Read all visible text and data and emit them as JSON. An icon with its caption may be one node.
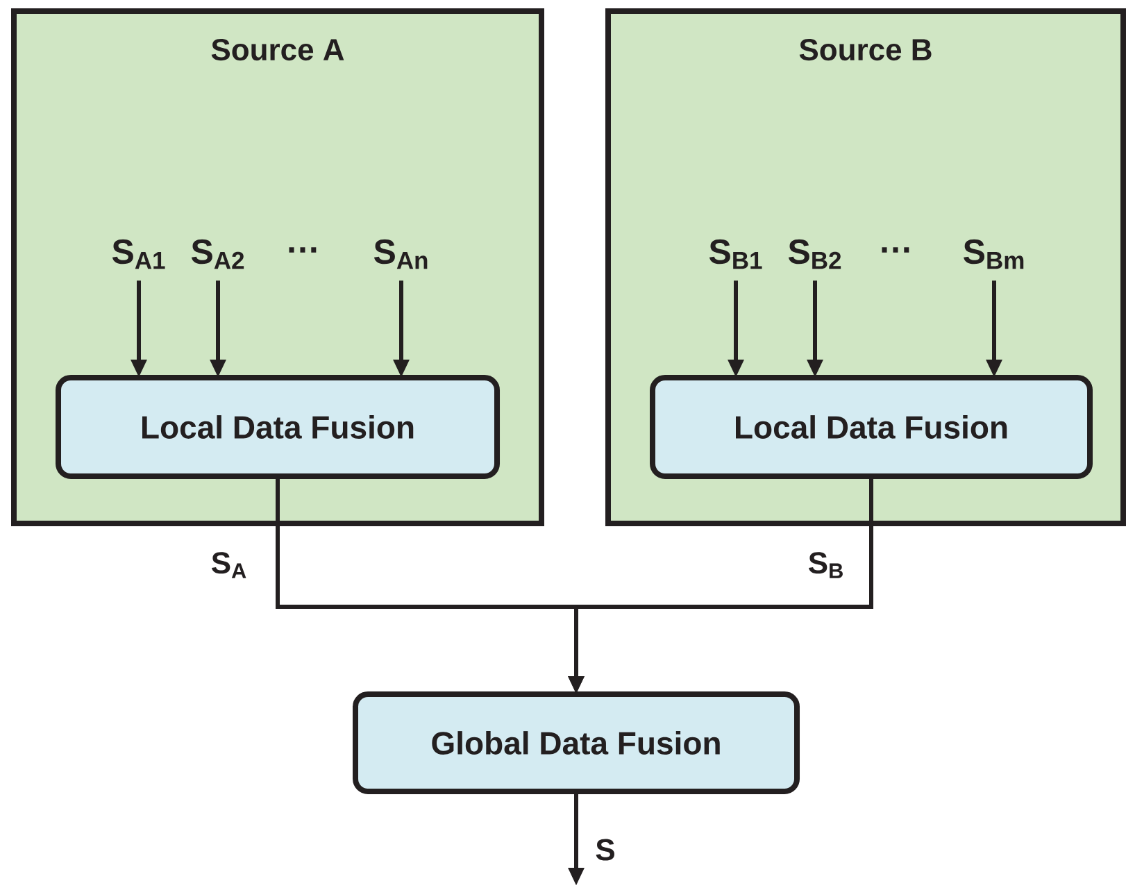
{
  "diagram": {
    "nodes": [
      {
        "text": [
          "Source A"
        ]
      },
      {
        "text": [
          "S$_{A1}$"
        ],
        "in": 0
      },
      {
        "text": [
          "S$_{A2}$"
        ],
        "in": 0
      },
      {
        "text": [
          "S$_{An}$"
        ],
        "in": 0
      },
      {
        "text": [
          "Local Data Fusion"
        ],
        "in": 0
      },
      {
        "text": [
          "Source B"
        ]
      },
      {
        "text": [
          "S$_{B1}$"
        ],
        "in": 5
      },
      {
        "text": [
          "S$_{B2}$"
        ],
        "in": 5
      },
      {
        "text": [
          "S$_{Bm}$"
        ],
        "in": 5
      },
      {
        "text": [
          "Local Data Fusion"
        ],
        "in": 5
      },
      {
        "text": [
          "Global Data Fusion"
        ]
      }
    ],
    "edges": [
      {
        "from": 1,
        "to": 4,
        "arrow": "to"
      },
      {
        "from": 2,
        "to": 4,
        "arrow": "to"
      },
      {
        "from": 3,
        "to": 4,
        "arrow": "to"
      },
      {
        "from": 6,
        "to": 9,
        "arrow": "to"
      },
      {
        "from": 7,
        "to": 9,
        "arrow": "to"
      },
      {
        "from": 8,
        "to": 9,
        "arrow": "to"
      },
      {
        "from": 4,
        "to": 10,
        "arrow": "to",
        "label": "S$_{A}$"
      },
      {
        "from": 9,
        "to": 10,
        "arrow": "to",
        "label": "S$_{B}$"
      },
      {
        "from": 10,
        "to": null,
        "arrow": "to",
        "label": "S"
      }
    ],
    "labels": [
      "…",
      "…"
    ]
  }
}
